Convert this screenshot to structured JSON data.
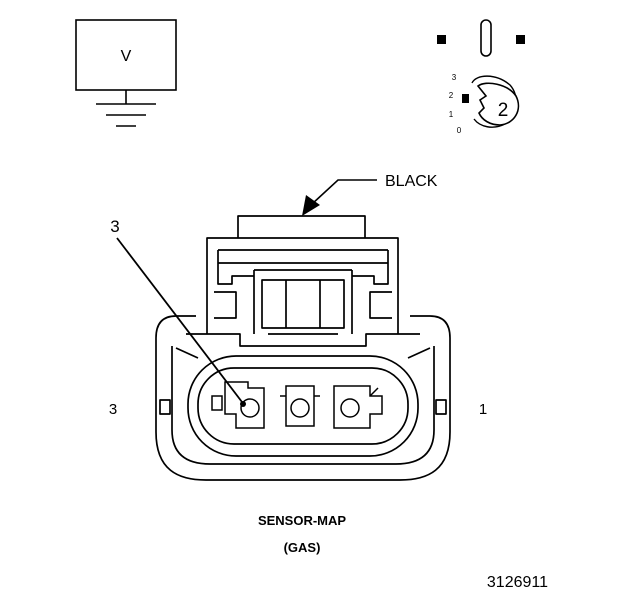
{
  "meter": {
    "label": "V"
  },
  "dial": {
    "marks": [
      "3",
      "2",
      "1",
      "0"
    ],
    "setting": "2"
  },
  "callouts": {
    "color_label": "BLACK",
    "pin_callout": "3"
  },
  "connector": {
    "left_pin": "3",
    "right_pin": "1"
  },
  "caption": {
    "line1": "SENSOR-MAP",
    "line2": "(GAS)"
  },
  "figure_id": "3126911",
  "colors": {
    "ink": "#000000",
    "background": "#ffffff"
  }
}
